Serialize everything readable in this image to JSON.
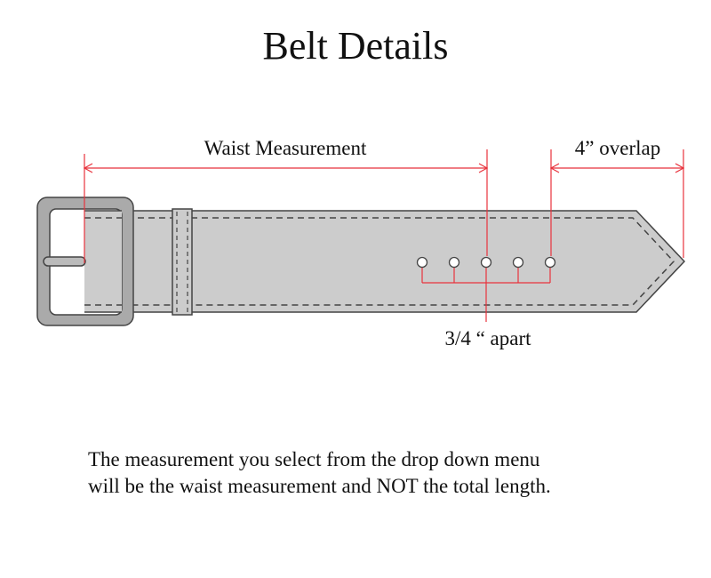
{
  "title": "Belt Details",
  "labels": {
    "waist": "Waist Measurement",
    "overlap": "4” overlap",
    "hole_spacing": "3/4 “ apart"
  },
  "note": {
    "line1": "The measurement you select from the drop down menu",
    "line2": "will be the waist measurement and NOT the total length."
  },
  "colors": {
    "belt_fill": "#cccccc",
    "outline": "#444444",
    "stitch": "#444444",
    "dimension": "#e8323c",
    "text": "#111111"
  },
  "holes": {
    "count": 5
  }
}
